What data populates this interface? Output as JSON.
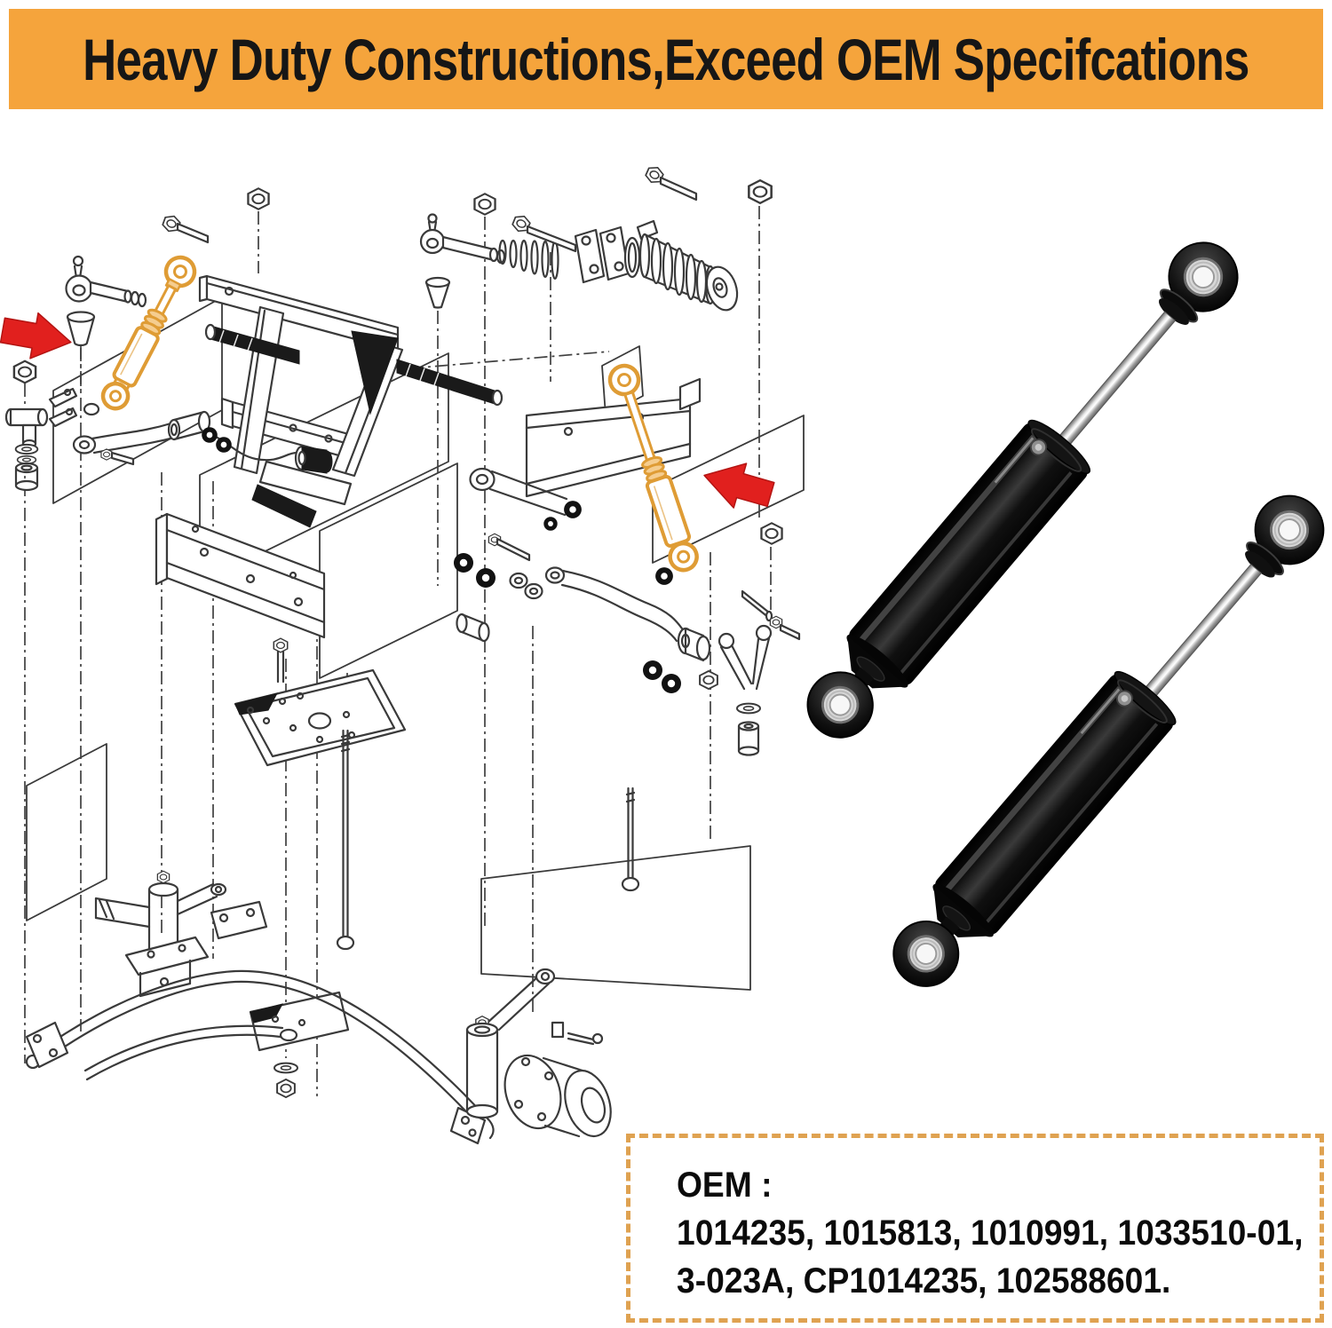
{
  "banner": {
    "title": "Heavy Duty Constructions,Exceed OEM Specifcations"
  },
  "oem_box": {
    "label": "OEM :",
    "lines": [
      "1014235, 1015813, 1010991, 1033510-01,",
      "3-023A, CP1014235, 102588601."
    ]
  },
  "colors": {
    "banner_bg": "#F5A43C",
    "banner_text": "#161616",
    "oem_border": "#DFA251",
    "oem_text": "#0B0B0B",
    "highlight_orange": "#DF9C35",
    "highlight_fill": "#F5CD8F",
    "arrow_red": "#E1201E",
    "line_gray": "#3A3A3A"
  }
}
